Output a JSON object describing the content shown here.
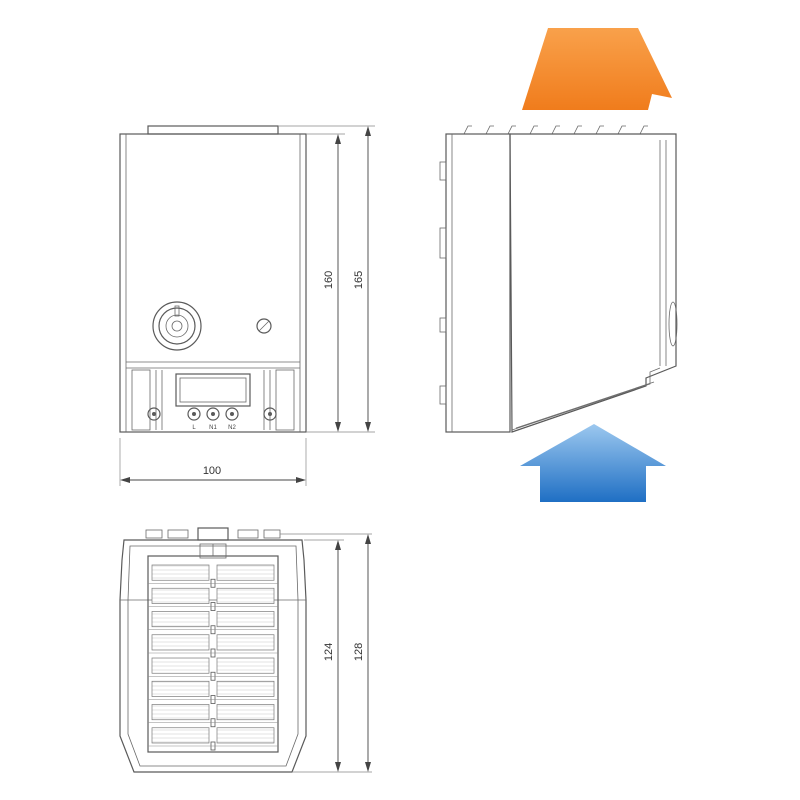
{
  "dimensions": {
    "width": "100",
    "inner_height": "160",
    "total_height": "165",
    "depth_inner": "124",
    "depth_total": "128"
  },
  "terminals": [
    "L",
    "N1",
    "N2"
  ],
  "airflow": {
    "outflow_color_top": "#f9a14b",
    "outflow_color_bottom": "#f07c1c",
    "inflow_color_top": "#9cc8ef",
    "inflow_color_bottom": "#1f6fc4"
  },
  "colors": {
    "line": "#5a5a5a",
    "body_fill": "#ffffff"
  }
}
